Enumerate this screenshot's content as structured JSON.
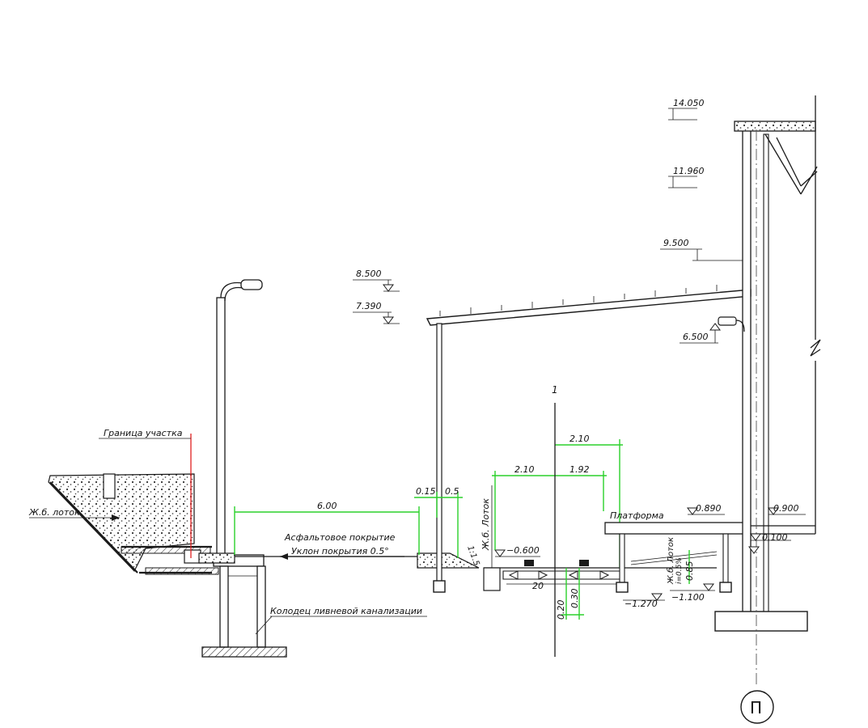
{
  "elevations": {
    "e14050": "14.050",
    "e11960": "11.960",
    "e9500": "9.500",
    "e8500": "8.500",
    "e7390": "7.390",
    "e6500": "6.500",
    "e0890": "0.890",
    "e0900": "0.900",
    "e0100": "0.100",
    "em0600": "−0.600",
    "em1270": "−1.270",
    "em1100": "−1.100"
  },
  "dimensions": {
    "d600": "6.00",
    "d015": "0.15",
    "d05": "0.5",
    "d210a": "2.10",
    "d210b": "2.10",
    "d192": "1.92",
    "d020": "0.20",
    "d030": "0.30",
    "d085": "0.85",
    "d20": "20"
  },
  "labels": {
    "site_boundary": "Граница участка",
    "gutter_left": "Ж.б. лоток",
    "gutter_mid": "Ж.б. Лоток",
    "gutter_right": "Ж.б. Лоток",
    "asphalt": "Асфальтовое покрытие",
    "slope": "Уклон покрытия 0.5°",
    "well": "Колодец ливневой канализации",
    "platform": "Платформа",
    "section_mark": "1",
    "axis_mark": "П",
    "slope_ratio": "1:1.5",
    "slope_right": "i=0.5%"
  }
}
